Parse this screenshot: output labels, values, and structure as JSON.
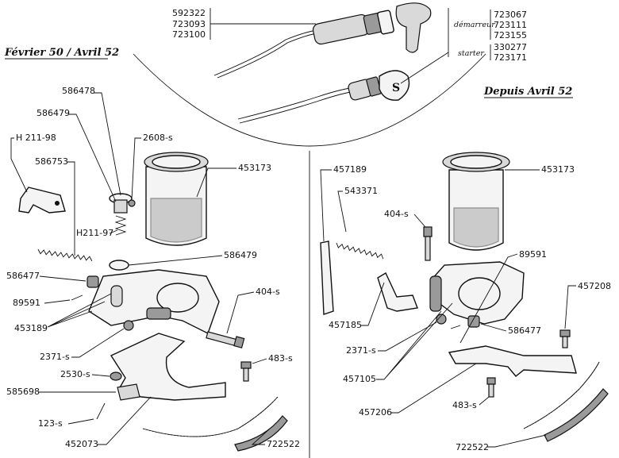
{
  "headers": {
    "left": "Février 50 / Avril 52",
    "right": "Depuis Avril 52"
  },
  "top": {
    "cable_refs": [
      "592322",
      "723093",
      "723100"
    ],
    "demarreur_label": "démarreur",
    "demarreur_refs": [
      "723067",
      "723111",
      "723155"
    ],
    "starter_label": "starter",
    "starter_refs": [
      "330277",
      "723171"
    ],
    "knob_letter": "S"
  },
  "left_labels": {
    "l586478": "586478",
    "l586479a": "586479",
    "l2608s": "2608-s",
    "lH21198": "H 211-98",
    "l586753": "586753",
    "l453173": "453173",
    "lH21197": "H211-97",
    "l586479b": "586479",
    "l586477": "586477",
    "l89591": "89591",
    "l453189": "453189",
    "l404s": "404-s",
    "l2371s": "2371-s",
    "l483s": "483-s",
    "l2530s": "2530-s",
    "l585698": "585698",
    "l123s": "123-s",
    "l452073": "452073",
    "l722522": "722522"
  },
  "right_labels": {
    "r457189": "457189",
    "r453173": "453173",
    "r543371": "543371",
    "r404s": "404-s",
    "r89591": "89591",
    "r457208": "457208",
    "r457185": "457185",
    "r586477": "586477",
    "r2371s": "2371-s",
    "r457105": "457105",
    "r457206": "457206",
    "r483s": "483-s",
    "r722522": "722522"
  }
}
